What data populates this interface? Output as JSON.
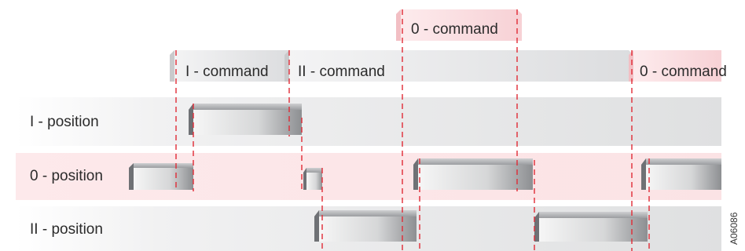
{
  "rows": [
    {
      "id": "i",
      "label": "I - position"
    },
    {
      "id": "zero",
      "label": "0 - position"
    },
    {
      "id": "ii",
      "label": "II - position"
    }
  ],
  "commands": [
    {
      "id": "i-command",
      "label": "I - command"
    },
    {
      "id": "ii-command",
      "label": "II - command"
    },
    {
      "id": "zero-command-top",
      "label": "0 - command"
    },
    {
      "id": "zero-command-right",
      "label": "0 - command"
    }
  ],
  "figure_code": "A06086",
  "colors": {
    "row_gray": "#e3e4e5",
    "row_pink": "#fbe6e8",
    "command_gray": "#e1e2e3",
    "command_pink": "#f9d7da",
    "dashed_line": "#e02a35",
    "block_light": "#f4f4f4",
    "block_dark": "#8d8f92"
  }
}
